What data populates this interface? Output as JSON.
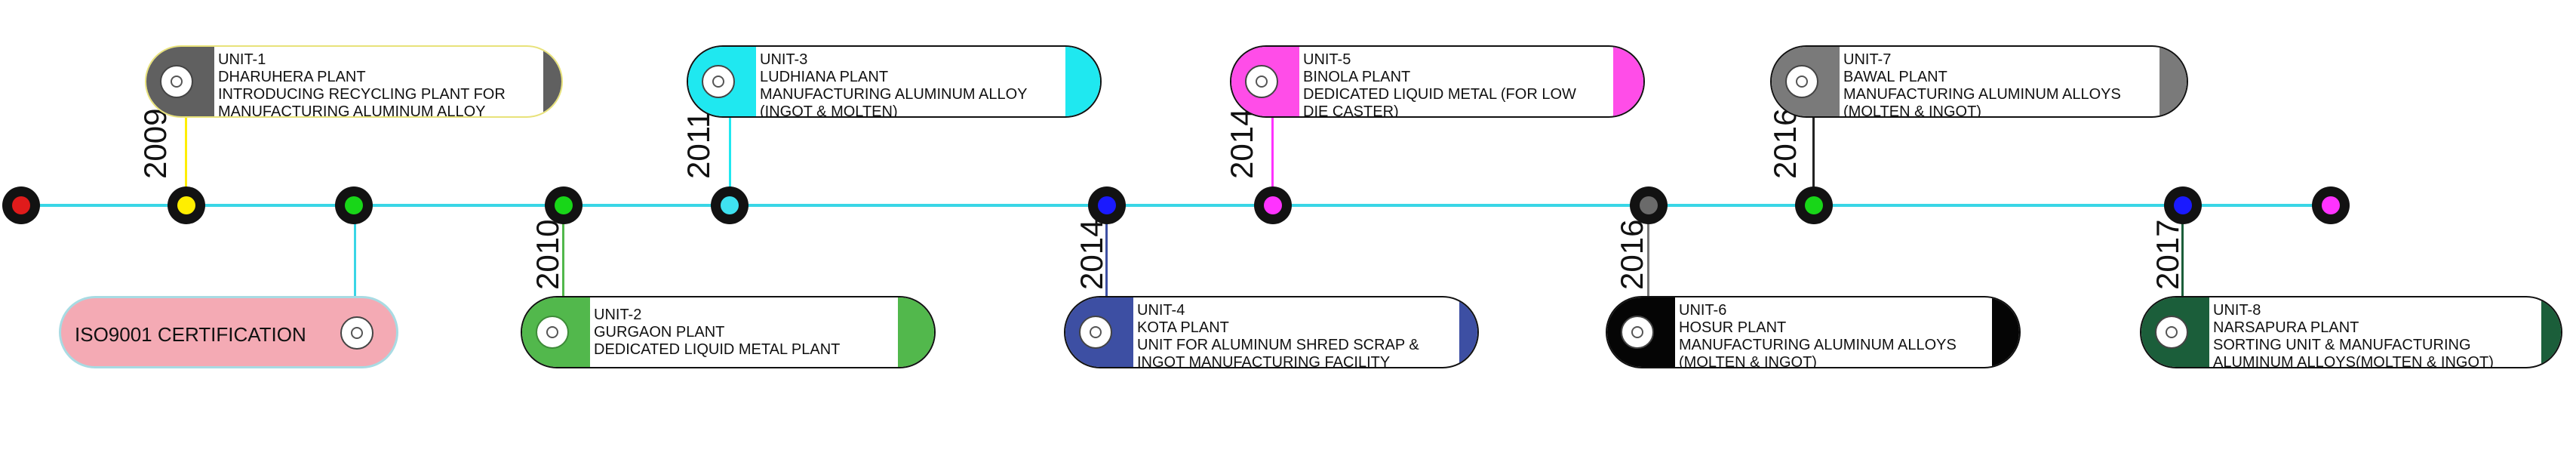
{
  "timeline": {
    "iso": {
      "label": "ISO9001 CERTIFICATION"
    },
    "nodes": [
      {
        "color": "#e01b1b"
      },
      {
        "color": "#ffee00"
      },
      {
        "color": "#18d618"
      },
      {
        "color": "#18d618"
      },
      {
        "color": "#3fe2f0"
      },
      {
        "color": "#1a1aff"
      },
      {
        "color": "#ff33ff"
      },
      {
        "color": "#6a6a6a"
      },
      {
        "color": "#18d618"
      },
      {
        "color": "#1a1aff"
      },
      {
        "color": "#ff33ff"
      }
    ],
    "units": [
      {
        "year": "2009",
        "title": "UNIT-1",
        "plant": "DHARUHERA PLANT",
        "desc1": "INTRODUCING RECYCLING PLANT FOR",
        "desc2": "MANUFACTURING ALUMINUM ALLOY",
        "color": "#606060",
        "line": "#ffee00"
      },
      {
        "year": "2010",
        "title": "UNIT-2",
        "plant": "GURGAON PLANT",
        "desc1": "DEDICATED LIQUID METAL PLANT",
        "desc2": "",
        "color": "#52b84c",
        "line": "#52b84c"
      },
      {
        "year": "2011",
        "title": "UNIT-3",
        "plant": "LUDHIANA PLANT",
        "desc1": "MANUFACTURING ALUMINUM ALLOY",
        "desc2": "(INGOT & MOLTEN)",
        "color": "#1fe8f0",
        "line": "#1fe8f0"
      },
      {
        "year": "2014",
        "title": "UNIT-4",
        "plant": "KOTA PLANT",
        "desc1": "UNIT FOR ALUMINUM SHRED SCRAP &",
        "desc2": "INGOT MANUFACTURING FACILITY",
        "color": "#3d4fa3",
        "line": "#3d4fa3"
      },
      {
        "year": "2014",
        "title": "UNIT-5",
        "plant": "BINOLA PLANT",
        "desc1": "DEDICATED LIQUID METAL (FOR LOW",
        "desc2": "DIE CASTER)",
        "color": "#ff4de8",
        "line": "#ff33ff"
      },
      {
        "year": "2016",
        "title": "UNIT-6",
        "plant": "HOSUR PLANT",
        "desc1": "MANUFACTURING ALUMINUM ALLOYS",
        "desc2": "(MOLTEN & INGOT)",
        "color": "#050505",
        "line": "#777777"
      },
      {
        "year": "2016",
        "title": "UNIT-7",
        "plant": "BAWAL PLANT",
        "desc1": "MANUFACTURING ALUMINUM ALLOYS",
        "desc2": "(MOLTEN & INGOT)",
        "color": "#7a7a7a",
        "line": "#222222"
      },
      {
        "year": "2017",
        "title": "UNIT-8",
        "plant": "NARSAPURA PLANT",
        "desc1": "SORTING UNIT & MANUFACTURING",
        "desc2": "ALUMINUM ALLOYS(MOLTEN & INGOT)",
        "color": "#1b5e3a",
        "line": "#1b5e3a"
      }
    ]
  }
}
